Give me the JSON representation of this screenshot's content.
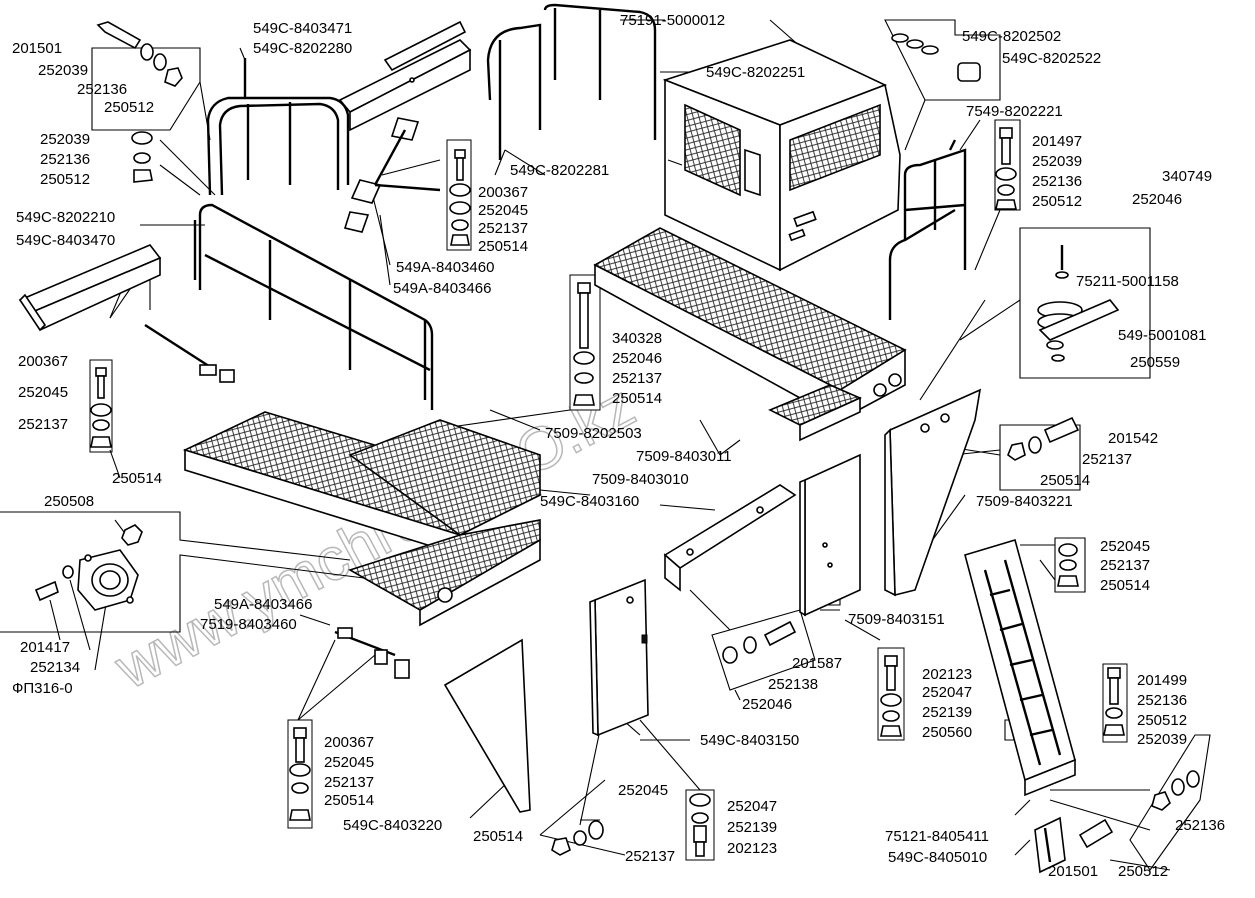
{
  "diagram": {
    "watermark": "www.ymchrom.OO.kz",
    "labels": {
      "l201501a": "201501",
      "l252039a": "252039",
      "l252136a": "252136",
      "l250512a": "250512",
      "l549C8403471": "549C-8403471",
      "l549C8202280": "549C-8202280",
      "l75191": "75191-5000012",
      "l549C8202502": "549C-8202502",
      "l549C8202522": "549C-8202522",
      "l549C8202251": "549C-8202251",
      "l7549": "7549-8202221",
      "l252039b": "252039",
      "l252136b": "252136",
      "l250512b": "250512",
      "l549C8202281": "549C-8202281",
      "l201497": "201497",
      "l252039c": "252039",
      "l252136c": "252136",
      "l250512c": "250512",
      "l340749": "340749",
      "l252046a": "252046",
      "l200367a": "200367",
      "l252045a": "252045",
      "l252137a": "252137",
      "l250514a": "250514",
      "l549C8202210": "549C-8202210",
      "l549C8403470": "549C-8403470",
      "l549A8403460": "549A-8403460",
      "l549A8403466a": "549A-8403466",
      "l75211": "75211-5001158",
      "l5495001081": "549-5001081",
      "l250559": "250559",
      "l340328": "340328",
      "l252046b": "252046",
      "l252137b": "252137",
      "l250514b": "250514",
      "l200367b": "200367",
      "l252045b": "252045",
      "l252137c": "252137",
      "l250514c": "250514",
      "l7509_8202503": "7509-8202503",
      "l7509_8403011": "7509-8403011",
      "l201542": "201542",
      "l252137d": "252137",
      "l250514d": "250514",
      "l7509_8403010": "7509-8403010",
      "l549C8403160": "549C-8403160",
      "l7509_8403221": "7509-8403221",
      "l250508": "250508",
      "l252045c": "252045",
      "l252137e": "252137",
      "l250514e": "250514",
      "l549A8403466b": "549A-8403466",
      "l7519_8403460": "7519-8403460",
      "l7509_8403151": "7509-8403151",
      "l201417": "201417",
      "l252134": "252134",
      "lFP316": "ФП316-0",
      "l201587": "201587",
      "l252138": "252138",
      "l252046c": "252046",
      "l202123a": "202123",
      "l252047a": "252047",
      "l252139a": "252139",
      "l250560": "250560",
      "l201499": "201499",
      "l252136d": "252136",
      "l250512d": "250512",
      "l252039d": "252039",
      "l549C8403150": "549C-8403150",
      "l200367c": "200367",
      "l252045d": "252045",
      "l252137f": "252137",
      "l250514f": "250514",
      "l252045e": "252045",
      "l549C8403220": "549C-8403220",
      "l250514g": "250514",
      "l252137g": "252137",
      "l252047b": "252047",
      "l252139b": "252139",
      "l202123b": "202123",
      "l75121": "75121-8405411",
      "l549C8405010": "549C-8405010",
      "l201501b": "201501",
      "l250512e": "250512",
      "l252136e": "252136"
    }
  }
}
